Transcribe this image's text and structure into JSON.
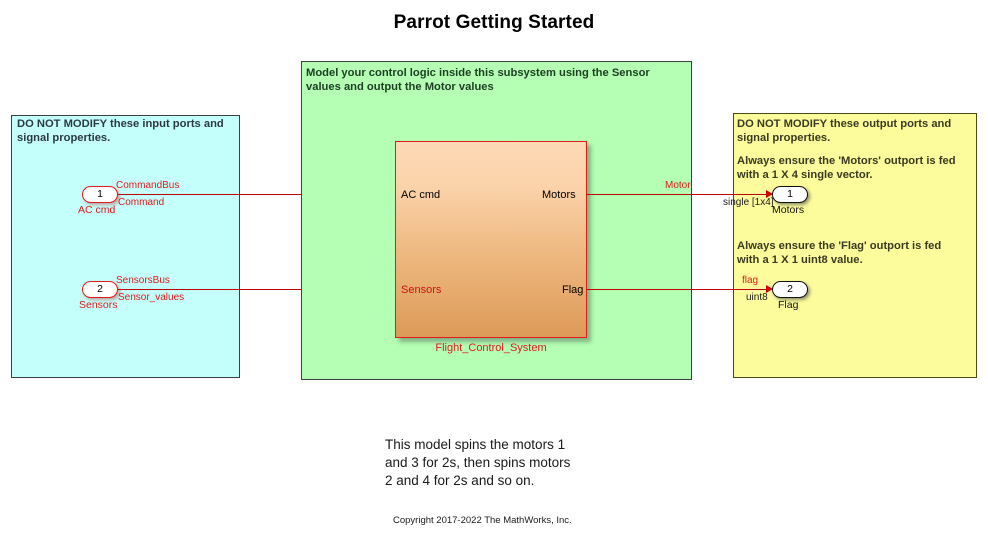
{
  "title": "Parrot Getting Started",
  "panels": {
    "input": {
      "note": "DO NOT MODIFY these input ports and\nsignal properties.",
      "color": "#c4fffc"
    },
    "logic": {
      "note": "Model your control logic inside this subsystem using the Sensor\nvalues and output the Motor values",
      "color": "#b4ffb4"
    },
    "output": {
      "note_1": "DO NOT MODIFY these output ports and\nsignal properties.",
      "note_2": "Always ensure the 'Motors' outport is fed\nwith a 1 X 4 single vector.",
      "note_3": "Always ensure the 'Flag' outport is fed\nwith a 1 X 1 uint8 value.",
      "color": "#fcfc9c"
    }
  },
  "inports": [
    {
      "number": "1",
      "name": "AC cmd",
      "bus_label": "CommandBus",
      "signal_label": "Command"
    },
    {
      "number": "2",
      "name": "Sensors",
      "bus_label": "SensorsBus",
      "signal_label": "Sensor_values"
    }
  ],
  "subsystem": {
    "caption": "Flight_Control_System",
    "inputs": [
      "AC cmd",
      "Sensors"
    ],
    "outputs": [
      "Motors",
      "Flag"
    ],
    "border_color": "#e01b1b",
    "gradient_top": "#fdd9b5",
    "gradient_bottom": "#dd9a58"
  },
  "outports": [
    {
      "number": "1",
      "name": "Motors",
      "signal_label": "Motor",
      "type_label": "single [1x4]"
    },
    {
      "number": "2",
      "name": "Flag",
      "signal_label": "flag",
      "type_label": "uint8"
    }
  ],
  "footer": {
    "description": "This model spins the motors 1\nand 3 for 2s, then spins motors\n2 and 4 for 2s and so on.",
    "copyright": "Copyright 2017-2022 The MathWorks, Inc."
  },
  "colors": {
    "signal_red": "#c00000",
    "label_red": "#e01b1b",
    "text_dark": "#1a1a1a"
  }
}
